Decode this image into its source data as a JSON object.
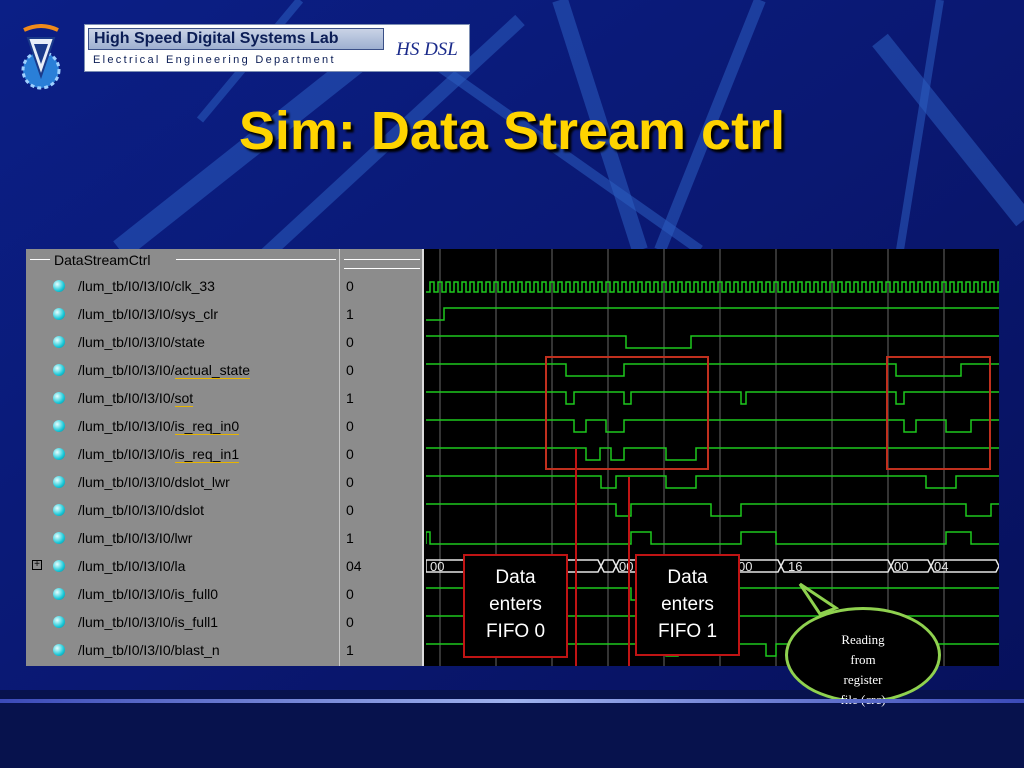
{
  "slide": {
    "title": "Sim: Data Stream ctrl"
  },
  "header": {
    "lab_name": "High Speed Digital Systems Lab",
    "department": "Electrical Engineering Department",
    "lab_abbrev": "HS DSL"
  },
  "wave_viewer": {
    "group_label": "DataStreamCtrl",
    "signals": [
      {
        "path": "/lum_tb/I0/I3/I0/",
        "leaf": "clk_33",
        "value": "0",
        "highlight": false,
        "expandable": false
      },
      {
        "path": "/lum_tb/I0/I3/I0/",
        "leaf": "sys_clr",
        "value": "1",
        "highlight": false,
        "expandable": false
      },
      {
        "path": "/lum_tb/I0/I3/I0/",
        "leaf": "state",
        "value": "0",
        "highlight": false,
        "expandable": false
      },
      {
        "path": "/lum_tb/I0/I3/I0/",
        "leaf": "actual_state",
        "value": "0",
        "highlight": true,
        "expandable": false
      },
      {
        "path": "/lum_tb/I0/I3/I0/",
        "leaf": "sot",
        "value": "1",
        "highlight": true,
        "expandable": false
      },
      {
        "path": "/lum_tb/I0/I3/I0/",
        "leaf": "is_req_in0",
        "value": "0",
        "highlight": true,
        "expandable": false
      },
      {
        "path": "/lum_tb/I0/I3/I0/",
        "leaf": "is_req_in1",
        "value": "0",
        "highlight": true,
        "expandable": false
      },
      {
        "path": "/lum_tb/I0/I3/I0/",
        "leaf": "dslot_lwr",
        "value": "0",
        "highlight": false,
        "expandable": false
      },
      {
        "path": "/lum_tb/I0/I3/I0/",
        "leaf": "dslot",
        "value": "0",
        "highlight": false,
        "expandable": false
      },
      {
        "path": "/lum_tb/I0/I3/I0/",
        "leaf": "lwr",
        "value": "1",
        "highlight": false,
        "expandable": false
      },
      {
        "path": "/lum_tb/I0/I3/I0/",
        "leaf": "la",
        "value": "04",
        "highlight": false,
        "expandable": true
      },
      {
        "path": "/lum_tb/I0/I3/I0/",
        "leaf": "is_full0",
        "value": "0",
        "highlight": false,
        "expandable": false
      },
      {
        "path": "/lum_tb/I0/I3/I0/",
        "leaf": "is_full1",
        "value": "0",
        "highlight": false,
        "expandable": false
      },
      {
        "path": "/lum_tb/I0/I3/I0/",
        "leaf": "blast_n",
        "value": "1",
        "highlight": false,
        "expandable": false
      }
    ],
    "bus_labels": [
      "00",
      "00",
      "00",
      "16",
      "00",
      "04"
    ],
    "colors": {
      "wave": "#1ec81e",
      "bus": "#e6e6e6",
      "grid": "#bcbcbc",
      "highlight_box": "#c0301e",
      "marker": "#c01414"
    }
  },
  "callouts": {
    "fifo0": "Data\nenters\nFIFO 0",
    "fifo1": "Data\nenters\nFIFO 1",
    "register_reading": "Reading\nfrom\nregister\nfile (crc)"
  },
  "colors": {
    "background": "#0a1a6e",
    "title": "#ffd400",
    "bubble_border": "#8fd14f"
  }
}
